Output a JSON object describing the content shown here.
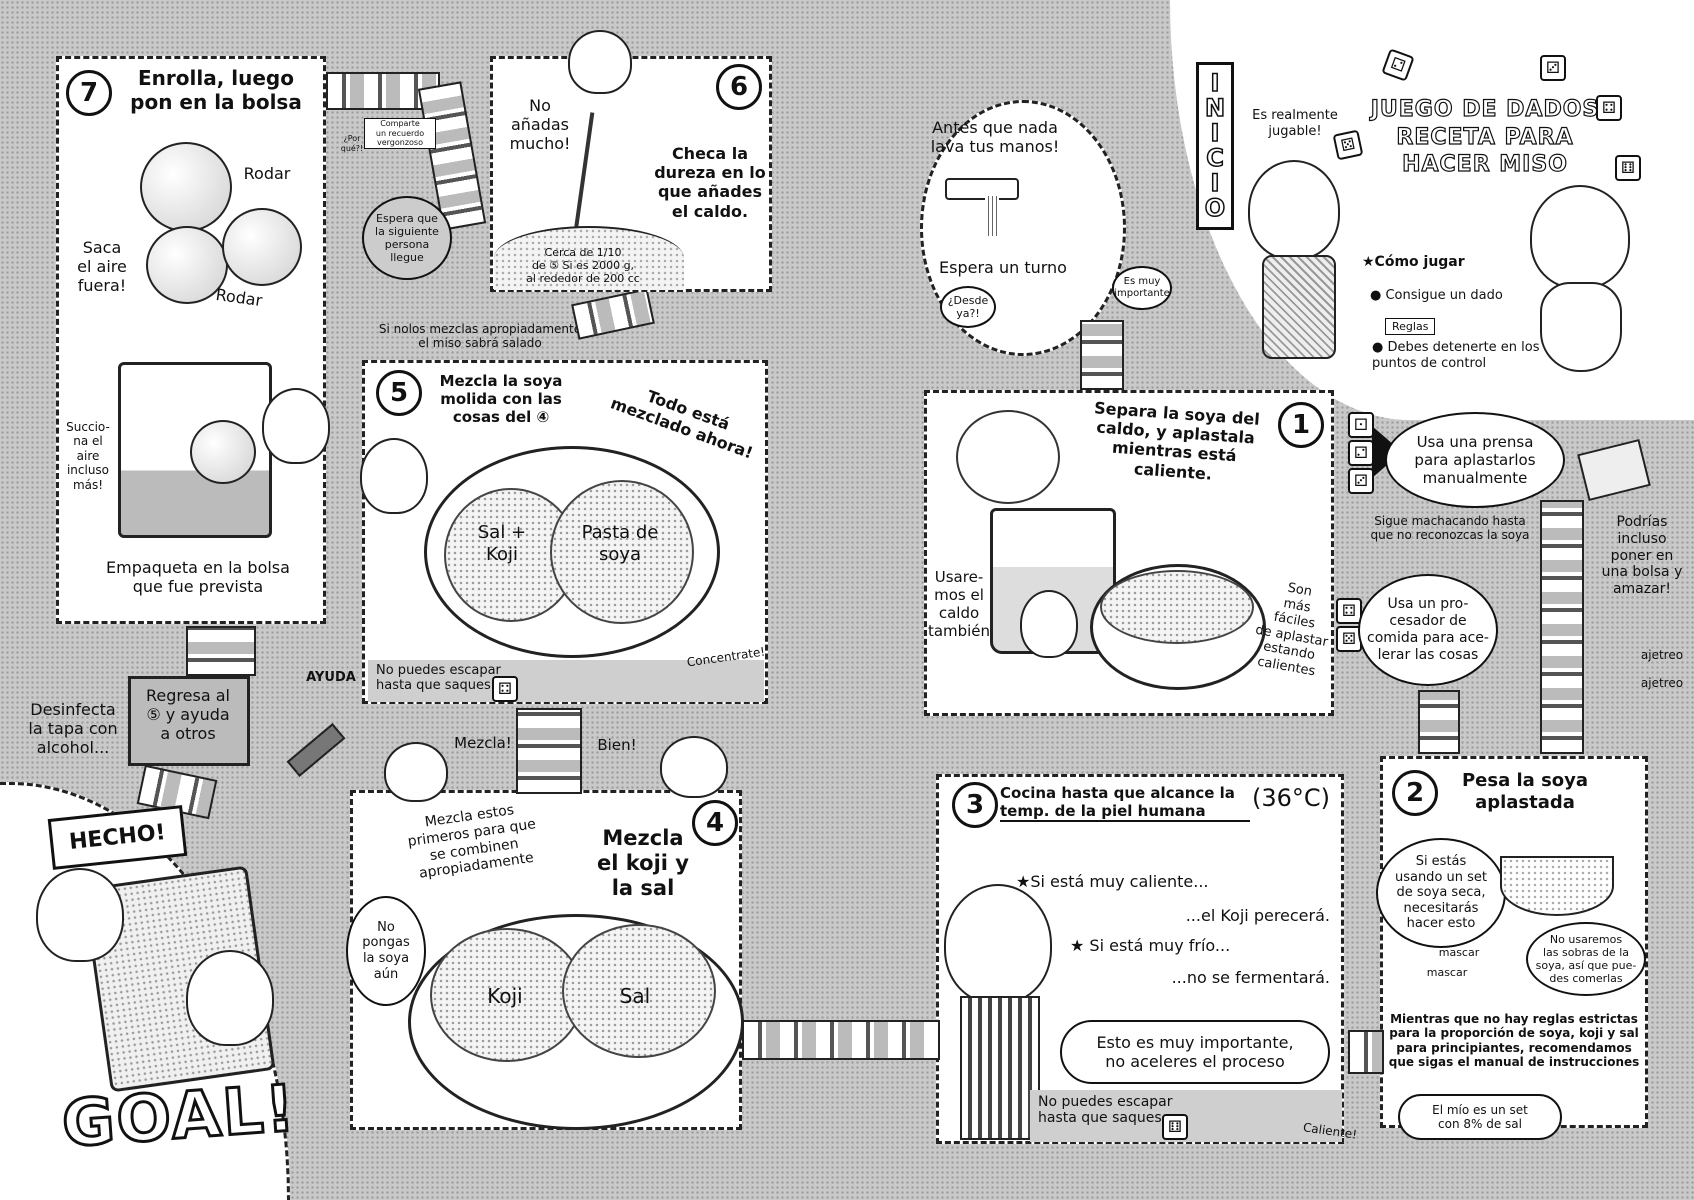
{
  "title": "JUEGO DE DADOS\nRECETA PARA\nHACER MISO",
  "start_label": "I\nN\nI\nC\nI\nO",
  "how_to_play": {
    "heading": "★Cómo jugar",
    "item1": "● Consigue un dado",
    "rules_tag": "Reglas",
    "item2": "● Debes detenerte en los\npuntos de control"
  },
  "intro": {
    "jugable": "Es realmente\njugable!",
    "wash_hands": "Antes que nada\nlava tus manos!",
    "wait_turn": "Espera un turno",
    "desde_ya": "¿Desde\nya?!",
    "muy_importante": "Es muy\nimportante"
  },
  "step1": {
    "number": "1",
    "text": "Separa la soya del\ncaldo, y aplastala\nmientras está\ncaliente.",
    "side_left": "Usare-\nmos el\ncaldo\ntambién",
    "side_right": "Son\nmás\nfáciles\nde aplastar\nestando\ncalientes"
  },
  "branch": {
    "press": "Usa una prensa\npara aplastarlos\nmanualmente",
    "keep_mashing": "Sigue machacando hasta\nque no reconozcas la soya",
    "bag": "Podrías\nincluso\nponer en\nuna bolsa y\namazar!",
    "processor": "Usa un pro-\ncesador de\ncomida para ace-\nlerar las cosas",
    "ajetreo1": "ajetreo",
    "ajetreo2": "ajetreo"
  },
  "step2": {
    "number": "2",
    "title": "Pesa la soya\naplastada",
    "bubble": "Si estás\nusando un set\nde soya seca,\nnecesitarás\nhacer esto",
    "leftovers": "No usaremos\nlas sobras de la\nsoya, así que pue-\ndes comerlas",
    "mascar1": "mascar",
    "mascar2": "mascar",
    "note": "Mientras que no hay reglas estrictas\npara la proporción de soya, koji y sal\npara principiantes, recomendamos\nque sigas el manual de instrucciones",
    "mine": "El mío es un set\ncon 8% de sal"
  },
  "step3": {
    "number": "3",
    "title": "Cocina hasta que alcance la\ntemp. de la piel humana",
    "temp": "(36°C)",
    "hot": "★Si está muy caliente...",
    "hot_result": "...el Koji perecerá.",
    "cold": "★ Si está muy frío...",
    "cold_result": "...no se fermentará.",
    "important": "Esto es muy importante,\nno aceleres el proceso",
    "footer": "No puedes escapar\nhasta que saques",
    "caliente": "Caliente!"
  },
  "step4": {
    "number": "4",
    "title": "Mezcla\nel koji y\nla sal",
    "first": "Mezcla estos\nprimeros para que\nse combinen\napropiadamente",
    "no_soy": "No\npongas\nla soya\naún",
    "koji": "Koji",
    "salt": "Sal",
    "mezcla": "Mezcla!",
    "bien": "Bien!"
  },
  "step5": {
    "number": "5",
    "title": "Mezcla la soya\nmolida con las\ncosas del ④",
    "all_mixed": "Todo está\nmezclado ahora!",
    "left_mound": "Sal +\nKoji",
    "right_mound": "Pasta de\nsoya",
    "footer": "No puedes escapar\nhasta que saques",
    "concentrate": "Concentrate!",
    "warning": "Si nolos mezclas apropiadamente\nel miso sabrá salado"
  },
  "step6": {
    "number": "6",
    "no_mucho": "No\nañadas\nmucho!",
    "title": "Checa la\ndureza en lo\nque añades\nel caldo.",
    "amount": "Cerca de 1/10\nde ⑤ Si es 2000 g,\nal rededor de 200 cc"
  },
  "wait_space": {
    "shame": "Comparte\nun recuerdo\nvergonzoso",
    "why": "¿Por\nqué?!",
    "wait": "Espera que\nla siguiente\npersona\nllegue"
  },
  "step7": {
    "number": "7",
    "title": "Enrolla, luego\npon en la bolsa",
    "rodar1": "Rodar",
    "rodar2": "Rodar",
    "air_out": "Saca\nel aire\nfuera!",
    "suck": "Succio-\nna el\naire\nincluso\nmás!",
    "pack": "Empaqueta en la bolsa\nque fue prevista"
  },
  "help": {
    "return": "Regresa al\n⑤ y ayuda\na otros",
    "ayuda": "AYUDA"
  },
  "ending": {
    "disinfect": "Desinfecta\nla tapa con\nalcohol...",
    "hecho": "HECHO!",
    "goal": "GOAL!"
  }
}
